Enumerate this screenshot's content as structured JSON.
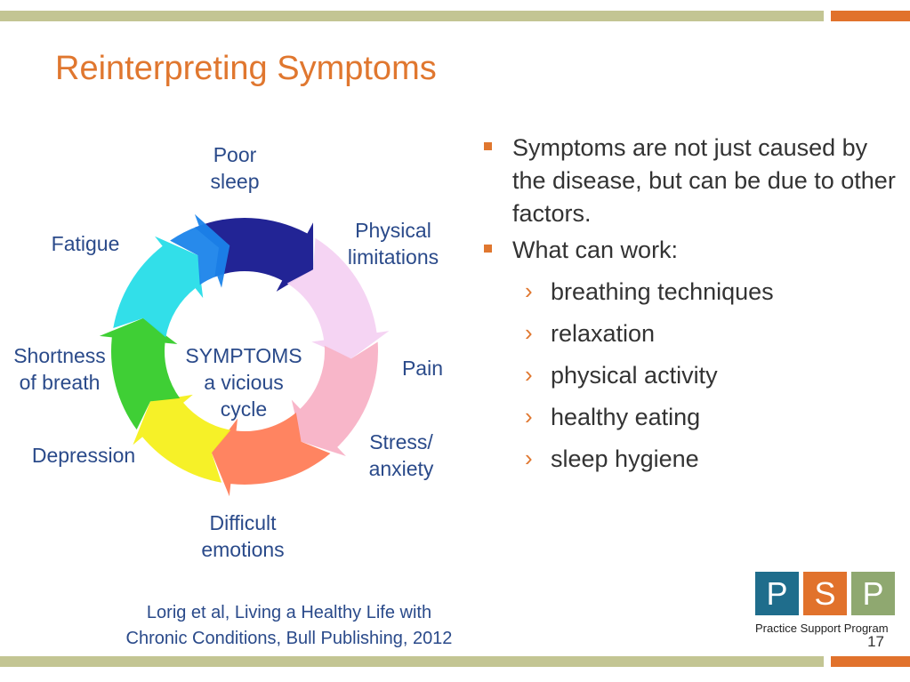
{
  "slide": {
    "title": "Reinterpreting Symptoms",
    "page_number": "17"
  },
  "diagram": {
    "center": "SYMPTOMS\na vicious\ncycle",
    "labels": {
      "poor_sleep": "Poor\nsleep",
      "physical_limitations": "Physical\nlimitations",
      "pain": "Pain",
      "stress_anxiety": "Stress/\nanxiety",
      "difficult_emotions": "Difficult\nemotions",
      "depression": "Depression",
      "shortness_of_breath": "Shortness\nof breath",
      "fatigue": "Fatigue"
    }
  },
  "bullets": {
    "items": [
      "Symptoms are not just caused by the disease, but can be due to other factors.",
      "What can work:"
    ],
    "subitems": [
      "breathing techniques",
      "relaxation",
      "physical activity",
      "healthy eating",
      "sleep hygiene"
    ]
  },
  "citation": "Lorig et al, Living a Healthy Life with\nChronic Conditions, Bull Publishing, 2012",
  "logo": {
    "letters": [
      "P",
      "S",
      "P"
    ],
    "caption": "Practice Support Program",
    "colors": [
      "#1f6d8c",
      "#e1722c",
      "#8fa870"
    ]
  },
  "colors": {
    "accent": "#e0772f",
    "bar": "#c3c593",
    "label_text": "#2a4a8a"
  }
}
